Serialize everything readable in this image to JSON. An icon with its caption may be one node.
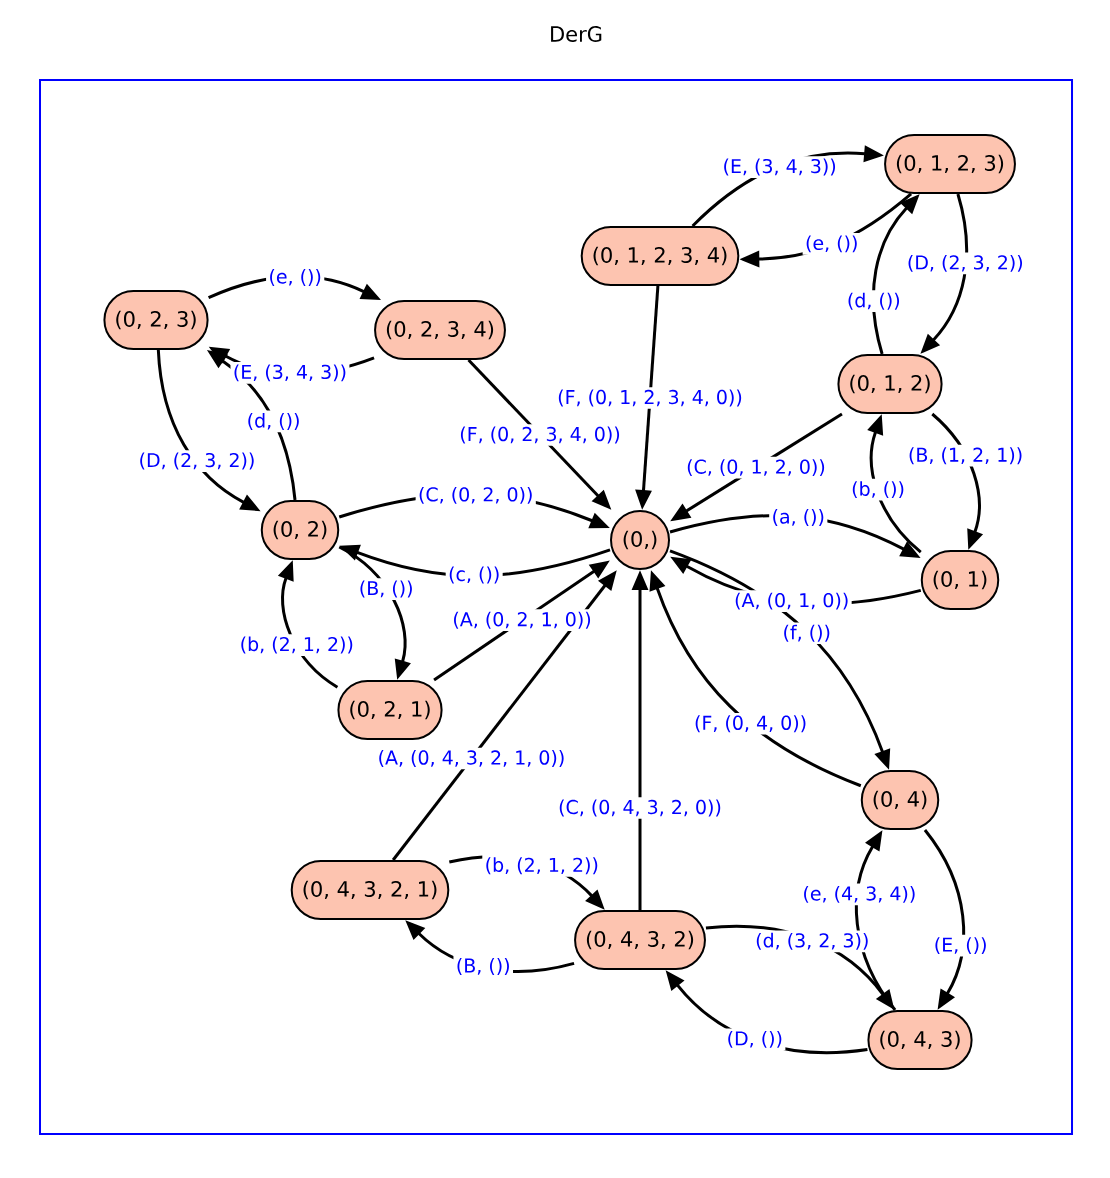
{
  "diagram": {
    "title": "DerG",
    "nodes": [
      {
        "text": [
          "(0, 1, 2, 3)"
        ]
      },
      {
        "text": [
          "(0, 1, 2, 3, 4)"
        ]
      },
      {
        "text": [
          "(0, 2, 3)"
        ]
      },
      {
        "text": [
          "(0, 2, 3, 4)"
        ]
      },
      {
        "text": [
          "(0, 1, 2)"
        ]
      },
      {
        "text": [
          "(0, 2)"
        ]
      },
      {
        "text": [
          "(0,)"
        ]
      },
      {
        "text": [
          "(0, 1)"
        ]
      },
      {
        "text": [
          "(0, 2, 1)"
        ]
      },
      {
        "text": [
          "(0, 4)"
        ]
      },
      {
        "text": [
          "(0, 4, 3, 2, 1)"
        ]
      },
      {
        "text": [
          "(0, 4, 3, 2)"
        ]
      },
      {
        "text": [
          "(0, 4, 3)"
        ]
      }
    ],
    "edges": [
      {
        "from": 6,
        "to": 7,
        "arrow": "to",
        "label": "(a, ())"
      },
      {
        "from": 6,
        "to": 5,
        "arrow": "to",
        "label": "(c, ())"
      },
      {
        "from": 6,
        "to": 9,
        "arrow": "to",
        "label": "(f, ())"
      },
      {
        "from": 7,
        "to": 6,
        "arrow": "to",
        "label": "(A, (0, 1, 0))"
      },
      {
        "from": 7,
        "to": 4,
        "arrow": "to",
        "label": "(b, ())"
      },
      {
        "from": 4,
        "to": 7,
        "arrow": "to",
        "label": "(B, (1, 2, 1))"
      },
      {
        "from": 4,
        "to": 6,
        "arrow": "to",
        "label": "(C, (0, 1, 2, 0))"
      },
      {
        "from": 4,
        "to": 0,
        "arrow": "to",
        "label": "(d, ())"
      },
      {
        "from": 0,
        "to": 4,
        "arrow": "to",
        "label": "(D, (2, 3, 2))"
      },
      {
        "from": 0,
        "to": 1,
        "arrow": "to",
        "label": "(e, ())"
      },
      {
        "from": 1,
        "to": 0,
        "arrow": "to",
        "label": "(E, (3, 4, 3))"
      },
      {
        "from": 1,
        "to": 6,
        "arrow": "to",
        "label": "(F, (0, 1, 2, 3, 4, 0))"
      },
      {
        "from": 5,
        "to": 8,
        "arrow": "to",
        "label": "(B, ())"
      },
      {
        "from": 5,
        "to": 6,
        "arrow": "to",
        "label": "(C, (0, 2, 0))"
      },
      {
        "from": 5,
        "to": 2,
        "arrow": "to",
        "label": "(d, ())"
      },
      {
        "from": 8,
        "to": 6,
        "arrow": "to",
        "label": "(A, (0, 2, 1, 0))"
      },
      {
        "from": 8,
        "to": 5,
        "arrow": "to",
        "label": "(b, (2, 1, 2))"
      },
      {
        "from": 2,
        "to": 5,
        "arrow": "to",
        "label": "(D, (2, 3, 2))"
      },
      {
        "from": 2,
        "to": 3,
        "arrow": "to",
        "label": "(e, ())"
      },
      {
        "from": 3,
        "to": 2,
        "arrow": "to",
        "label": "(E, (3, 4, 3))"
      },
      {
        "from": 3,
        "to": 6,
        "arrow": "to",
        "label": "(F, (0, 2, 3, 4, 0))"
      },
      {
        "from": 9,
        "to": 12,
        "arrow": "to",
        "label": "(E, ())"
      },
      {
        "from": 9,
        "to": 6,
        "arrow": "to",
        "label": "(F, (0, 4, 0))"
      },
      {
        "from": 12,
        "to": 11,
        "arrow": "to",
        "label": "(D, ())"
      },
      {
        "from": 12,
        "to": 9,
        "arrow": "to",
        "label": "(e, (4, 3, 4))"
      },
      {
        "from": 11,
        "to": 10,
        "arrow": "to",
        "label": "(B, ())"
      },
      {
        "from": 11,
        "to": 6,
        "arrow": "to",
        "label": "(C, (0, 4, 3, 2, 0))"
      },
      {
        "from": 11,
        "to": 12,
        "arrow": "to",
        "label": "(d, (3, 2, 3))"
      },
      {
        "from": 10,
        "to": 6,
        "arrow": "to",
        "label": "(A, (0, 4, 3, 2, 1, 0))"
      },
      {
        "from": 10,
        "to": 11,
        "arrow": "to",
        "label": "(b, (2, 1, 2))"
      }
    ]
  }
}
